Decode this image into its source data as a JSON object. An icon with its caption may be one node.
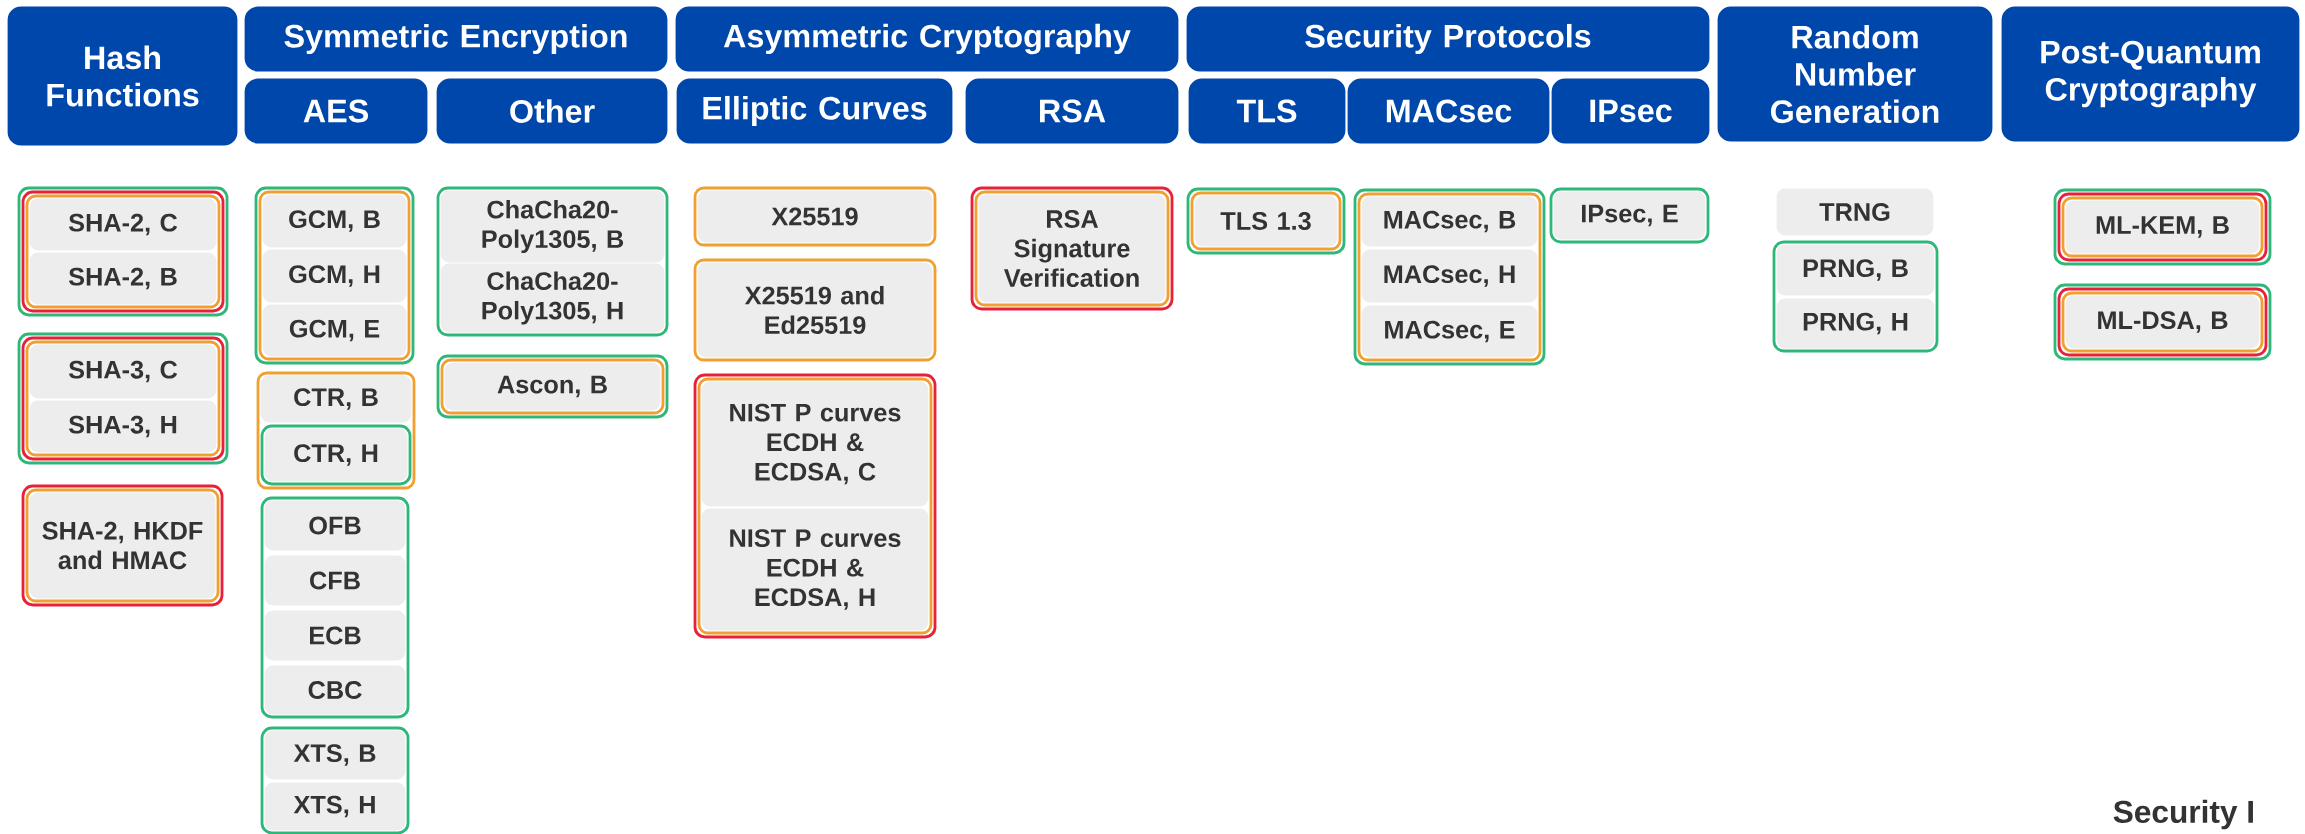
{
  "diagram": {
    "nodes": [
      {
        "text": [
          "Hash Functions"
        ]
      },
      {
        "text": [
          "Symmetric Encryption"
        ]
      },
      {
        "text": [
          "AES"
        ]
      },
      {
        "text": [
          "Other"
        ]
      },
      {
        "text": [
          "Asymmetric Cryptography"
        ]
      },
      {
        "text": [
          "Elliptic Curves"
        ]
      },
      {
        "text": [
          "RSA"
        ]
      },
      {
        "text": [
          "Security Protocols"
        ]
      },
      {
        "text": [
          "TLS"
        ]
      },
      {
        "text": [
          "MACsec"
        ]
      },
      {
        "text": [
          "IPsec"
        ]
      },
      {
        "text": [
          "Random Number Generation"
        ]
      },
      {
        "text": [
          "Post-Quantum Cryptography"
        ]
      },
      {
        "text": [],
        "shape": "box"
      },
      {
        "text": [],
        "shape": "box",
        "in": 13
      },
      {
        "text": [],
        "shape": "box",
        "in": 14
      },
      {
        "text": [
          "SHA-2, C"
        ],
        "in": 15
      },
      {
        "text": [
          "SHA-2, B"
        ],
        "in": 15
      },
      {
        "text": [],
        "shape": "box"
      },
      {
        "text": [],
        "shape": "box",
        "in": 18
      },
      {
        "text": [],
        "shape": "box",
        "in": 19
      },
      {
        "text": [
          "SHA-3, C"
        ],
        "in": 20
      },
      {
        "text": [
          "SHA-3, H"
        ],
        "in": 20
      },
      {
        "text": [],
        "shape": "box"
      },
      {
        "text": [],
        "shape": "box",
        "in": 23
      },
      {
        "text": [
          "SHA-2, HKDF and HMAC"
        ],
        "in": 24
      },
      {
        "text": [],
        "shape": "box"
      },
      {
        "text": [],
        "shape": "box",
        "in": 26
      },
      {
        "text": [
          "GCM, B"
        ],
        "in": 27
      },
      {
        "text": [
          "GCM, H"
        ],
        "in": 27
      },
      {
        "text": [
          "GCM, E"
        ],
        "in": 27
      },
      {
        "text": [],
        "shape": "box"
      },
      {
        "text": [
          "CTR, B"
        ],
        "in": 31
      },
      {
        "text": [],
        "shape": "box",
        "in": 31
      },
      {
        "text": [
          "CTR, H"
        ],
        "in": 33
      },
      {
        "text": [],
        "shape": "box"
      },
      {
        "text": [
          "OFB"
        ],
        "in": 35
      },
      {
        "text": [
          "CFB"
        ],
        "in": 35
      },
      {
        "text": [
          "ECB"
        ],
        "in": 35
      },
      {
        "text": [
          "CBC"
        ],
        "in": 35
      },
      {
        "text": [],
        "shape": "box"
      },
      {
        "text": [
          "XTS, B"
        ],
        "in": 40
      },
      {
        "text": [
          "XTS, H"
        ],
        "in": 40
      },
      {
        "text": [],
        "shape": "box"
      },
      {
        "text": [
          "ChaCha20-Poly1305, B"
        ],
        "in": 43
      },
      {
        "text": [
          "ChaCha20-Poly1305, H"
        ],
        "in": 43
      },
      {
        "text": [],
        "shape": "box"
      },
      {
        "text": [],
        "shape": "box",
        "in": 46
      },
      {
        "text": [
          "Ascon, B"
        ],
        "in": 47
      },
      {
        "text": [],
        "shape": "box"
      },
      {
        "text": [
          "X25519"
        ],
        "in": 49
      },
      {
        "text": [],
        "shape": "box"
      },
      {
        "text": [
          "X25519 and Ed25519"
        ],
        "in": 51
      },
      {
        "text": [],
        "shape": "box"
      },
      {
        "text": [],
        "shape": "box",
        "in": 53
      },
      {
        "text": [
          "NIST P curves ECDH & ECDSA, C"
        ],
        "in": 54
      },
      {
        "text": [
          "NIST P curves ECDH & ECDSA, H"
        ],
        "in": 54
      },
      {
        "text": [],
        "shape": "box"
      },
      {
        "text": [],
        "shape": "box",
        "in": 57
      },
      {
        "text": [
          "RSA Signature Verification"
        ],
        "in": 58
      },
      {
        "text": [],
        "shape": "box"
      },
      {
        "text": [],
        "shape": "box",
        "in": 60
      },
      {
        "text": [
          "TLS 1.3"
        ],
        "in": 61
      },
      {
        "text": [],
        "shape": "box"
      },
      {
        "text": [],
        "shape": "box",
        "in": 63
      },
      {
        "text": [
          "MACsec, B"
        ],
        "in": 64
      },
      {
        "text": [
          "MACsec, H"
        ],
        "in": 64
      },
      {
        "text": [
          "MACsec, E"
        ],
        "in": 64
      },
      {
        "text": [],
        "shape": "box"
      },
      {
        "text": [
          "IPsec, E"
        ],
        "in": 68
      },
      {
        "text": [
          "TRNG"
        ]
      },
      {
        "text": [],
        "shape": "box"
      },
      {
        "text": [
          "PRNG, B"
        ],
        "in": 71
      },
      {
        "text": [
          "PRNG, H"
        ],
        "in": 71
      },
      {
        "text": [],
        "shape": "box"
      },
      {
        "text": [],
        "shape": "box",
        "in": 74
      },
      {
        "text": [],
        "shape": "box",
        "in": 75
      },
      {
        "text": [
          "ML-KEM, B"
        ],
        "in": 76
      },
      {
        "text": [],
        "shape": "box"
      },
      {
        "text": [],
        "shape": "box",
        "in": 78
      },
      {
        "text": [],
        "shape": "box",
        "in": 79
      },
      {
        "text": [
          "ML-DSA, B"
        ],
        "in": 80
      }
    ],
    "labels": [
      "Security I"
    ]
  }
}
